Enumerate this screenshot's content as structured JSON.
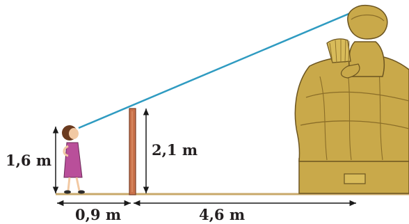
{
  "labels": {
    "girl_height": "1,6 m",
    "post_height": "2,1 m",
    "girl_to_post": "0,9 m",
    "post_to_statue": "4,6 m"
  },
  "colors": {
    "sight_line": "#2f9bc1",
    "ground": "#c8a86a",
    "post": "#c9714a",
    "statue": "#c9a94a",
    "statue_shadow": "#a88a35",
    "girl_dress": "#b94f9a",
    "arrow": "#1a1a1a"
  }
}
